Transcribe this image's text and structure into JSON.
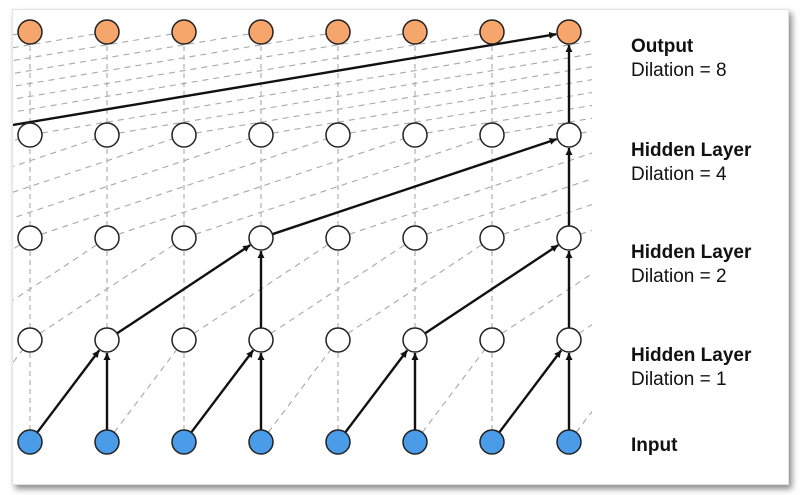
{
  "diagram": {
    "title": "Dilated causal convolution stack",
    "columns": 8,
    "layers": [
      {
        "id": "output",
        "title": "Output",
        "subtitle": "Dilation = 8",
        "dilation": 8,
        "node_color": "#f6a66b"
      },
      {
        "id": "hidden4",
        "title": "Hidden Layer",
        "subtitle": "Dilation = 4",
        "dilation": 4,
        "node_color": "#ffffff"
      },
      {
        "id": "hidden2",
        "title": "Hidden Layer",
        "subtitle": "Dilation = 2",
        "dilation": 2,
        "node_color": "#ffffff"
      },
      {
        "id": "hidden1",
        "title": "Hidden Layer",
        "subtitle": "Dilation = 1",
        "dilation": 1,
        "node_color": "#ffffff"
      },
      {
        "id": "input",
        "title": "Input",
        "subtitle": "",
        "dilation": 0,
        "node_color": "#4a9be8"
      }
    ],
    "highlighted_edges": [
      {
        "from_layer": "input",
        "from": 0,
        "to_layer": "hidden1",
        "to": 1
      },
      {
        "from_layer": "input",
        "from": 1,
        "to_layer": "hidden1",
        "to": 1
      },
      {
        "from_layer": "input",
        "from": 2,
        "to_layer": "hidden1",
        "to": 3
      },
      {
        "from_layer": "input",
        "from": 3,
        "to_layer": "hidden1",
        "to": 3
      },
      {
        "from_layer": "input",
        "from": 4,
        "to_layer": "hidden1",
        "to": 5
      },
      {
        "from_layer": "input",
        "from": 5,
        "to_layer": "hidden1",
        "to": 5
      },
      {
        "from_layer": "input",
        "from": 6,
        "to_layer": "hidden1",
        "to": 7
      },
      {
        "from_layer": "input",
        "from": 7,
        "to_layer": "hidden1",
        "to": 7
      },
      {
        "from_layer": "hidden1",
        "from": 1,
        "to_layer": "hidden2",
        "to": 3
      },
      {
        "from_layer": "hidden1",
        "from": 3,
        "to_layer": "hidden2",
        "to": 3
      },
      {
        "from_layer": "hidden1",
        "from": 5,
        "to_layer": "hidden2",
        "to": 7
      },
      {
        "from_layer": "hidden1",
        "from": 7,
        "to_layer": "hidden2",
        "to": 7
      },
      {
        "from_layer": "hidden2",
        "from": 3,
        "to_layer": "hidden4",
        "to": 7
      },
      {
        "from_layer": "hidden2",
        "from": 7,
        "to_layer": "hidden4",
        "to": 7
      },
      {
        "from_layer": "hidden4",
        "from": -1,
        "to_layer": "output",
        "to": 7
      },
      {
        "from_layer": "hidden4",
        "from": 7,
        "to_layer": "output",
        "to": 7
      }
    ],
    "colors": {
      "edge": "#111111",
      "dashed_edge": "#a8a8a8",
      "node_stroke": "#222222"
    }
  }
}
